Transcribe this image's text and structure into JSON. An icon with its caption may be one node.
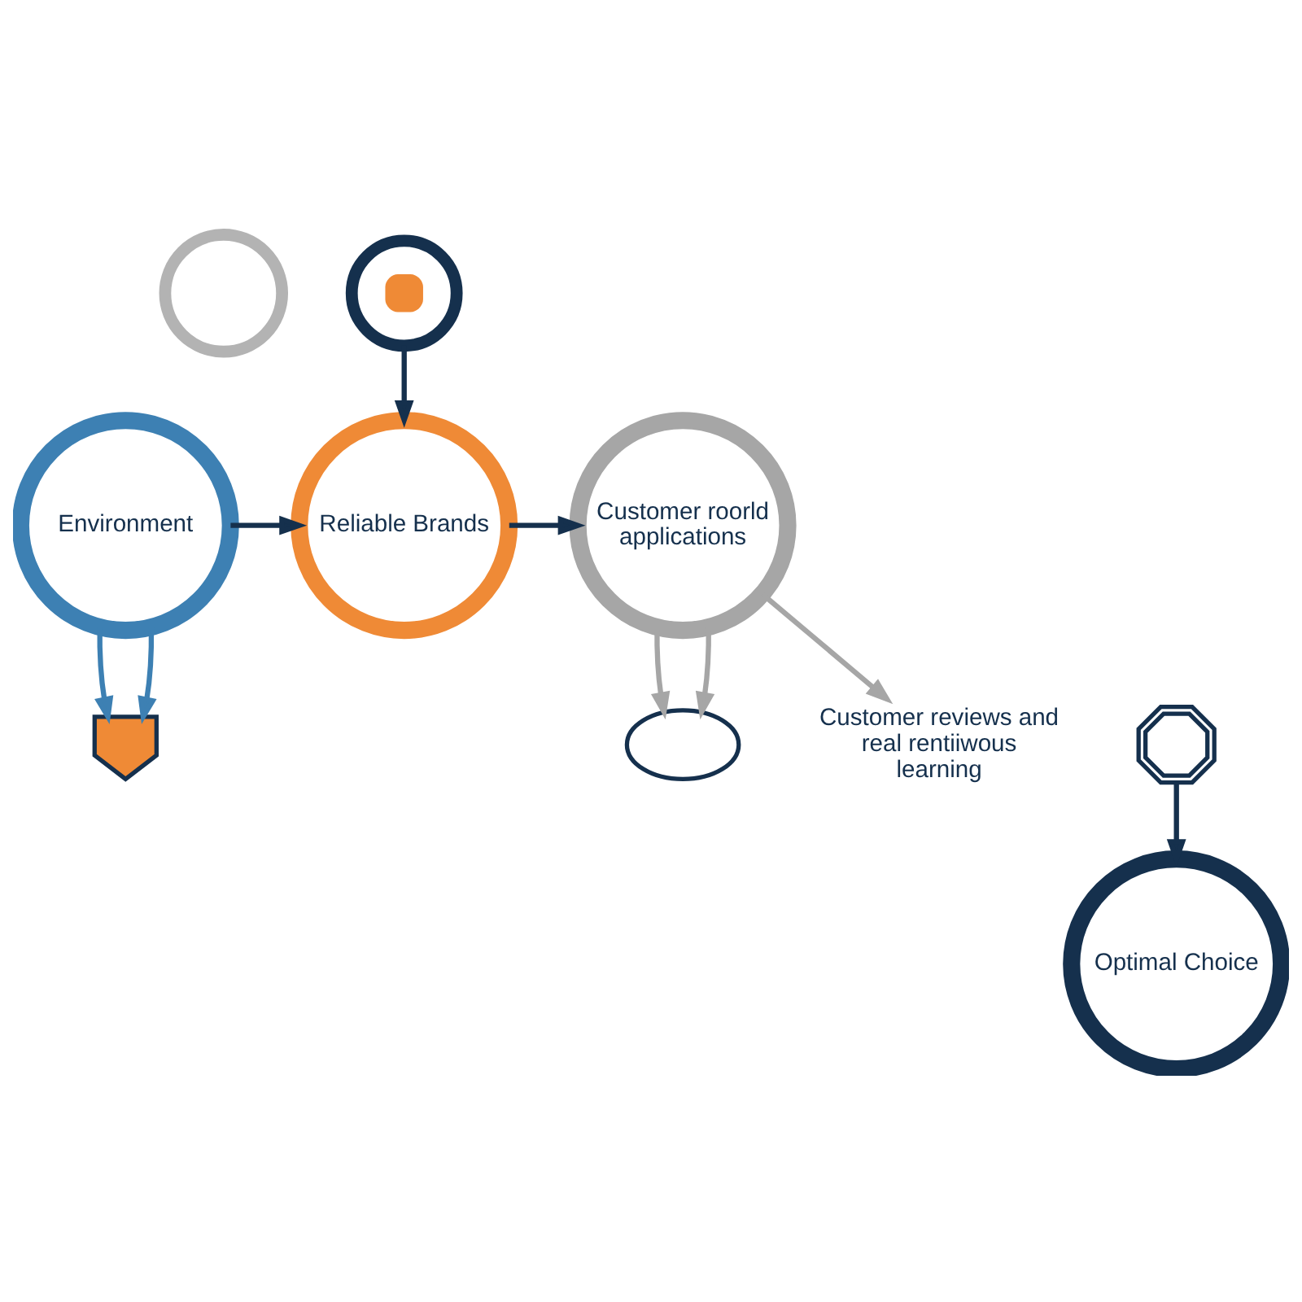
{
  "diagram": {
    "nodes": [
      {
        "text": [],
        "shape": "circle"
      },
      {
        "text": [],
        "shape": "circle"
      },
      {
        "text": [
          "Environment"
        ]
      },
      {
        "text": [],
        "shape": "shield"
      },
      {
        "text": [
          "Reliable Brands"
        ]
      },
      {
        "text": [],
        "shape": "gear"
      },
      {
        "text": [
          "Customer roorld applications"
        ]
      },
      {
        "text": [],
        "shape": "cloud"
      },
      {
        "text": [
          "Customer reviews and real rentiiwous learning"
        ]
      },
      {
        "text": [
          "Optimal Choice"
        ]
      }
    ],
    "edges": [
      {
        "from": 1,
        "to": 4,
        "arrow": "to"
      },
      {
        "from": 2,
        "to": 4,
        "arrow": "to"
      },
      {
        "from": 4,
        "to": 6,
        "arrow": "to"
      },
      {
        "from": 2,
        "to": 3,
        "arrow": "to",
        "color": "#3d80b3"
      },
      {
        "from": 2,
        "to": 3,
        "arrow": "to",
        "color": "#3d80b3"
      },
      {
        "from": 6,
        "to": 7,
        "arrow": "to",
        "color": "#a6a6a6"
      },
      {
        "from": 6,
        "to": 7,
        "arrow": "to",
        "color": "#a6a6a6"
      },
      {
        "from": 6,
        "to": 8,
        "arrow": "to",
        "color": "#a6a6a6"
      },
      {
        "from": 5,
        "to": 9,
        "arrow": "to"
      }
    ]
  }
}
